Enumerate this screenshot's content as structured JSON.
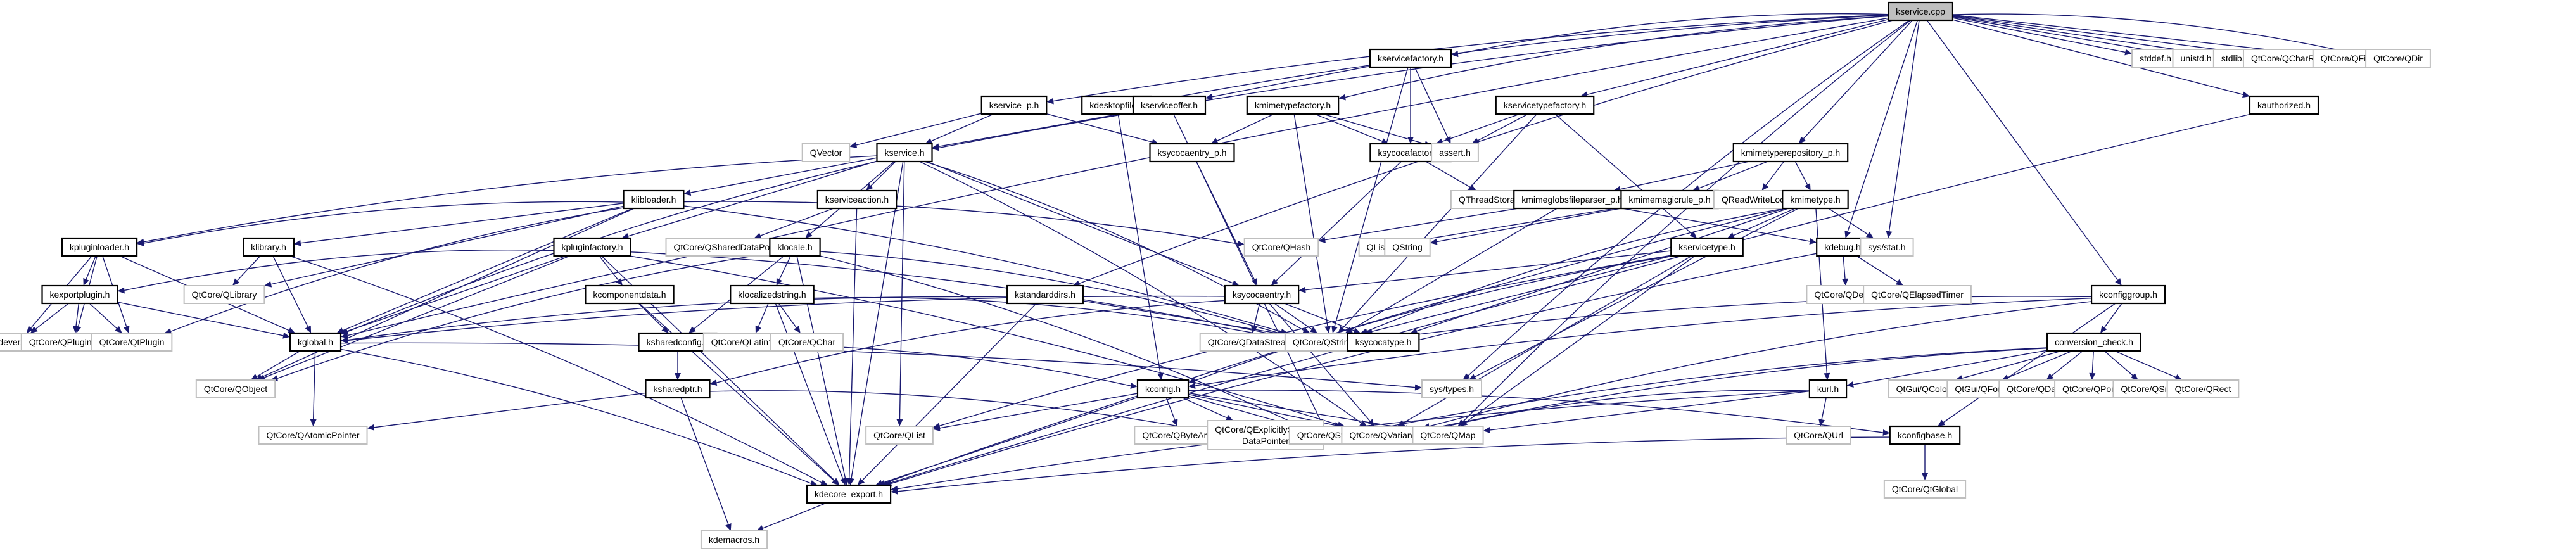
{
  "title": "kservice.cpp",
  "colors": {
    "edge": "#191970",
    "root_fill": "#bfbfbf",
    "internal_border": "#000000",
    "external_border": "#bfbfbf"
  },
  "nodes": [
    {
      "id": "kservice_cpp",
      "label": "kservice.cpp",
      "kind": "root"
    },
    {
      "id": "kservicefactory_h",
      "label": "kservicefactory.h",
      "kind": "internal"
    },
    {
      "id": "kservice_p_h",
      "label": "kservice_p.h",
      "kind": "internal"
    },
    {
      "id": "kdesktopfile_h",
      "label": "kdesktopfile.h",
      "kind": "internal"
    },
    {
      "id": "kserviceoffer_h",
      "label": "kserviceoffer.h",
      "kind": "internal"
    },
    {
      "id": "kmimetypefactory_h",
      "label": "kmimetypefactory.h",
      "kind": "internal"
    },
    {
      "id": "kservicetypefactory_h",
      "label": "kservicetypefactory.h",
      "kind": "internal"
    },
    {
      "id": "kauthorized_h",
      "label": "kauthorized.h",
      "kind": "internal"
    },
    {
      "id": "stddef_h",
      "label": "stddef.h",
      "kind": "external"
    },
    {
      "id": "unistd_h",
      "label": "unistd.h",
      "kind": "external"
    },
    {
      "id": "stdlib_h",
      "label": "stdlib.h",
      "kind": "external"
    },
    {
      "id": "qcharref",
      "label": "QtCore/QCharRef",
      "kind": "external"
    },
    {
      "id": "qfile",
      "label": "QtCore/QFile",
      "kind": "external"
    },
    {
      "id": "qdir",
      "label": "QtCore/QDir",
      "kind": "external"
    },
    {
      "id": "qvector",
      "label": "QVector",
      "kind": "external"
    },
    {
      "id": "kservice_h",
      "label": "kservice.h",
      "kind": "internal"
    },
    {
      "id": "ksycocaentry_p_h",
      "label": "ksycocaentry_p.h",
      "kind": "internal"
    },
    {
      "id": "ksycocafactory_h",
      "label": "ksycocafactory.h",
      "kind": "internal"
    },
    {
      "id": "assert_h",
      "label": "assert.h",
      "kind": "external"
    },
    {
      "id": "kmimetyperepository_p_h",
      "label": "kmimetyperepository_p.h",
      "kind": "internal"
    },
    {
      "id": "klibloader_h",
      "label": "klibloader.h",
      "kind": "internal"
    },
    {
      "id": "kserviceaction_h",
      "label": "kserviceaction.h",
      "kind": "internal"
    },
    {
      "id": "qthreadstorage",
      "label": "QThreadStorage",
      "kind": "external"
    },
    {
      "id": "kmimeglobsfileparser_p_h",
      "label": "kmimeglobsfileparser_p.h",
      "kind": "internal"
    },
    {
      "id": "kmimemagicrule_p_h",
      "label": "kmimemagicrule_p.h",
      "kind": "internal"
    },
    {
      "id": "qreadwritelock",
      "label": "QReadWriteLock",
      "kind": "external"
    },
    {
      "id": "kmimetype_h",
      "label": "kmimetype.h",
      "kind": "internal"
    },
    {
      "id": "kpluginloader_h",
      "label": "kpluginloader.h",
      "kind": "internal"
    },
    {
      "id": "klibrary_h",
      "label": "klibrary.h",
      "kind": "internal"
    },
    {
      "id": "kpluginfactory_h",
      "label": "kpluginfactory.h",
      "kind": "internal"
    },
    {
      "id": "qshareddatapointer",
      "label": "QtCore/QSharedDataPointer",
      "kind": "external"
    },
    {
      "id": "klocale_h",
      "label": "klocale.h",
      "kind": "internal"
    },
    {
      "id": "qhash",
      "label": "QtCore/QHash",
      "kind": "external"
    },
    {
      "id": "qlist",
      "label": "QList",
      "kind": "external"
    },
    {
      "id": "qstring_plain",
      "label": "QString",
      "kind": "external"
    },
    {
      "id": "kservicetype_h",
      "label": "kservicetype.h",
      "kind": "internal"
    },
    {
      "id": "kdebug_h",
      "label": "kdebug.h",
      "kind": "internal"
    },
    {
      "id": "sys_stat_h",
      "label": "sys/stat.h",
      "kind": "external"
    },
    {
      "id": "kexportplugin_h",
      "label": "kexportplugin.h",
      "kind": "internal"
    },
    {
      "id": "qlibrary",
      "label": "QtCore/QLibrary",
      "kind": "external"
    },
    {
      "id": "kcomponentdata_h",
      "label": "kcomponentdata.h",
      "kind": "internal"
    },
    {
      "id": "klocalizedstring_h",
      "label": "klocalizedstring.h",
      "kind": "internal"
    },
    {
      "id": "kstandarddirs_h",
      "label": "kstandarddirs.h",
      "kind": "internal"
    },
    {
      "id": "ksycocaentry_h",
      "label": "ksycocaentry.h",
      "kind": "internal"
    },
    {
      "id": "qdebug",
      "label": "QtCore/QDebug",
      "kind": "external"
    },
    {
      "id": "qelapsedtimer",
      "label": "QtCore/QElapsedTimer",
      "kind": "external"
    },
    {
      "id": "kconfiggroup_h",
      "label": "kconfiggroup.h",
      "kind": "internal"
    },
    {
      "id": "kdeversion_h",
      "label": "kdeversion.h",
      "kind": "external"
    },
    {
      "id": "qpluginloader",
      "label": "QtCore/QPluginLoader",
      "kind": "external"
    },
    {
      "id": "qtplugin",
      "label": "QtCore/QtPlugin",
      "kind": "external"
    },
    {
      "id": "kglobal_h",
      "label": "kglobal.h",
      "kind": "internal"
    },
    {
      "id": "ksharedconfig_h",
      "label": "ksharedconfig.h",
      "kind": "internal"
    },
    {
      "id": "qlatin1char",
      "label": "QtCore/QLatin1Char",
      "kind": "external"
    },
    {
      "id": "qchar",
      "label": "QtCore/QChar",
      "kind": "external"
    },
    {
      "id": "qdatastream",
      "label": "QtCore/QDataStream",
      "kind": "external"
    },
    {
      "id": "qstringlist",
      "label": "QtCore/QStringList",
      "kind": "external"
    },
    {
      "id": "ksycocatype_h",
      "label": "ksycocatype.h",
      "kind": "internal"
    },
    {
      "id": "conversion_check_h",
      "label": "conversion_check.h",
      "kind": "internal"
    },
    {
      "id": "qobject",
      "label": "QtCore/QObject",
      "kind": "external"
    },
    {
      "id": "ksharedptr_h",
      "label": "ksharedptr.h",
      "kind": "internal"
    },
    {
      "id": "kconfig_h",
      "label": "kconfig.h",
      "kind": "internal"
    },
    {
      "id": "sys_types_h",
      "label": "sys/types.h",
      "kind": "external"
    },
    {
      "id": "kurl_h",
      "label": "kurl.h",
      "kind": "internal"
    },
    {
      "id": "qcolor",
      "label": "QtGui/QColor",
      "kind": "external"
    },
    {
      "id": "qfont",
      "label": "QtGui/QFont",
      "kind": "external"
    },
    {
      "id": "qdate",
      "label": "QtCore/QDate",
      "kind": "external"
    },
    {
      "id": "qpoint",
      "label": "QtCore/QPoint",
      "kind": "external"
    },
    {
      "id": "qsize",
      "label": "QtCore/QSize",
      "kind": "external"
    },
    {
      "id": "qrect",
      "label": "QtCore/QRect",
      "kind": "external"
    },
    {
      "id": "qatomicpointer",
      "label": "QtCore/QAtomicPointer",
      "kind": "external"
    },
    {
      "id": "qcore_qlist",
      "label": "QtCore/QList",
      "kind": "external"
    },
    {
      "id": "qbytearray",
      "label": "QtCore/QByteArray",
      "kind": "external"
    },
    {
      "id": "qexplicitlyshareddatapointer",
      "label": "QtCore/QExplicitlyShared\nDataPointer",
      "kind": "external"
    },
    {
      "id": "qcore_qstring",
      "label": "QtCore/QString",
      "kind": "external"
    },
    {
      "id": "qvariant",
      "label": "QtCore/QVariant",
      "kind": "external"
    },
    {
      "id": "qmap",
      "label": "QtCore/QMap",
      "kind": "external"
    },
    {
      "id": "qurl",
      "label": "QtCore/QUrl",
      "kind": "external"
    },
    {
      "id": "kconfigbase_h",
      "label": "kconfigbase.h",
      "kind": "internal"
    },
    {
      "id": "kdecore_export_h",
      "label": "kdecore_export.h",
      "kind": "internal"
    },
    {
      "id": "qtglobal",
      "label": "QtCore/QtGlobal",
      "kind": "external"
    },
    {
      "id": "kdemacros_h",
      "label": "kdemacros.h",
      "kind": "external"
    }
  ],
  "edges": [
    [
      "kservice_cpp",
      "kservice_h"
    ],
    [
      "kservice_cpp",
      "kservice_p_h"
    ],
    [
      "kservice_cpp",
      "kservicefactory_h"
    ],
    [
      "kservice_cpp",
      "kservicetypefactory_h"
    ],
    [
      "kservice_cpp",
      "kdesktopfile_h"
    ],
    [
      "kservice_cpp",
      "kmimetypefactory_h"
    ],
    [
      "kservice_cpp",
      "kmimetyperepository_p_h"
    ],
    [
      "kservice_cpp",
      "kauthorized_h"
    ],
    [
      "kservice_cpp",
      "stddef_h"
    ],
    [
      "kservice_cpp",
      "unistd_h"
    ],
    [
      "kservice_cpp",
      "stdlib_h"
    ],
    [
      "kservice_cpp",
      "qcharref"
    ],
    [
      "kservice_cpp",
      "qfile"
    ],
    [
      "kservice_cpp",
      "qdir"
    ],
    [
      "kservice_cpp",
      "kdebug_h"
    ],
    [
      "kservice_cpp",
      "sys_stat_h"
    ],
    [
      "kservice_cpp",
      "kconfiggroup_h"
    ],
    [
      "kservice_cpp",
      "kstandarddirs_h"
    ],
    [
      "kservice_cpp",
      "kglobal_h"
    ],
    [
      "kservice_cpp",
      "qmap"
    ],
    [
      "kservice_cpp",
      "sys_types_h"
    ],
    [
      "kservice_p_h",
      "qvector"
    ],
    [
      "kservice_p_h",
      "kservice_h"
    ],
    [
      "kservice_p_h",
      "ksycocaentry_p_h"
    ],
    [
      "kdesktopfile_h",
      "kconfig_h"
    ],
    [
      "kservicefactory_h",
      "kserviceoffer_h"
    ],
    [
      "kservicefactory_h",
      "ksycocafactory_h"
    ],
    [
      "kservicefactory_h",
      "assert_h"
    ],
    [
      "kservicefactory_h",
      "qstringlist"
    ],
    [
      "kserviceoffer_h",
      "kservice_h"
    ],
    [
      "kserviceoffer_h",
      "qcore_qstring"
    ],
    [
      "kmimetypefactory_h",
      "ksycocaentry_p_h"
    ],
    [
      "kmimetypefactory_h",
      "ksycocafactory_h"
    ],
    [
      "kmimetypefactory_h",
      "assert_h"
    ],
    [
      "kmimetypefactory_h",
      "qstringlist"
    ],
    [
      "kservicetypefactory_h",
      "ksycocafactory_h"
    ],
    [
      "kservicetypefactory_h",
      "assert_h"
    ],
    [
      "kservicetypefactory_h",
      "qstringlist"
    ],
    [
      "kservicetypefactory_h",
      "kservicetype_h"
    ],
    [
      "ksycocaentry_p_h",
      "ksycocaentry_h"
    ],
    [
      "ksycocafactory_h",
      "qthreadstorage"
    ],
    [
      "ksycocafactory_h",
      "ksycocaentry_h"
    ],
    [
      "kmimetyperepository_p_h",
      "kmimeglobsfileparser_p_h"
    ],
    [
      "kmimetyperepository_p_h",
      "kmimemagicrule_p_h"
    ],
    [
      "kmimetyperepository_p_h",
      "qreadwritelock"
    ],
    [
      "kmimetyperepository_p_h",
      "kmimetype_h"
    ],
    [
      "kmimeglobsfileparser_p_h",
      "qhash"
    ],
    [
      "kmimeglobsfileparser_p_h",
      "qstringlist"
    ],
    [
      "kmimeglobsfileparser_p_h",
      "kdebug_h"
    ],
    [
      "kmimemagicrule_p_h",
      "qlist"
    ],
    [
      "kmimemagicrule_p_h",
      "qstring_plain"
    ],
    [
      "kmimetype_h",
      "kservicetype_h"
    ],
    [
      "kmimetype_h",
      "sys_stat_h"
    ],
    [
      "kmimetype_h",
      "kurl_h"
    ],
    [
      "kmimetype_h",
      "qstringlist"
    ],
    [
      "kmimetype_h",
      "ksycocatype_h"
    ],
    [
      "kmimetype_h",
      "sys_types_h"
    ],
    [
      "kmimetype_h",
      "kdecore_export_h"
    ],
    [
      "kservice_h",
      "klibloader_h"
    ],
    [
      "kservice_h",
      "kserviceaction_h"
    ],
    [
      "kservice_h",
      "kpluginfactory_h"
    ],
    [
      "kservice_h",
      "klocale_h"
    ],
    [
      "kservice_h",
      "ksycocaentry_h"
    ],
    [
      "kservice_h",
      "qstringlist"
    ],
    [
      "kservice_h",
      "qvariant"
    ],
    [
      "kservice_h",
      "kpluginloader_h"
    ],
    [
      "kservice_h",
      "kdecore_export_h"
    ],
    [
      "kservice_h",
      "qcore_qlist"
    ],
    [
      "kservice_h",
      "kglobal_h"
    ],
    [
      "kserviceaction_h",
      "qshareddatapointer"
    ],
    [
      "kserviceaction_h",
      "kdecore_export_h"
    ],
    [
      "klibloader_h",
      "kpluginloader_h"
    ],
    [
      "klibloader_h",
      "klibrary_h"
    ],
    [
      "klibloader_h",
      "kglobal_h"
    ],
    [
      "klibloader_h",
      "qhash"
    ],
    [
      "klibloader_h",
      "qobject"
    ],
    [
      "klibloader_h",
      "qtplugin"
    ],
    [
      "klibloader_h",
      "qlibrary"
    ],
    [
      "klibloader_h",
      "qstringlist"
    ],
    [
      "kpluginloader_h",
      "kexportplugin_h"
    ],
    [
      "kpluginloader_h",
      "kdeversion_h"
    ],
    [
      "kpluginloader_h",
      "qpluginloader"
    ],
    [
      "kpluginloader_h",
      "qtplugin"
    ],
    [
      "kpluginloader_h",
      "kglobal_h"
    ],
    [
      "kexportplugin_h",
      "kdeversion_h"
    ],
    [
      "kexportplugin_h",
      "qpluginloader"
    ],
    [
      "kexportplugin_h",
      "qtplugin"
    ],
    [
      "kexportplugin_h",
      "kglobal_h"
    ],
    [
      "klibrary_h",
      "qlibrary"
    ],
    [
      "klibrary_h",
      "kglobal_h"
    ],
    [
      "klibrary_h",
      "kdecore_export_h"
    ],
    [
      "kpluginfactory_h",
      "kcomponentdata_h"
    ],
    [
      "kpluginfactory_h",
      "kexportplugin_h"
    ],
    [
      "kpluginfactory_h",
      "kglobal_h"
    ],
    [
      "kpluginfactory_h",
      "qobject"
    ],
    [
      "kpluginfactory_h",
      "qstringlist"
    ],
    [
      "kpluginfactory_h",
      "qvariant"
    ],
    [
      "kpluginfactory_h",
      "kdecore_export_h"
    ],
    [
      "kcomponentdata_h",
      "ksharedconfig_h"
    ],
    [
      "kcomponentdata_h",
      "kdecore_export_h"
    ],
    [
      "klocale_h",
      "klocalizedstring_h"
    ],
    [
      "klocale_h",
      "ksharedconfig_h"
    ],
    [
      "klocale_h",
      "qobject"
    ],
    [
      "klocale_h",
      "kdecore_export_h"
    ],
    [
      "klocale_h",
      "qcore_qstring"
    ],
    [
      "klocale_h",
      "qstringlist"
    ],
    [
      "klocalizedstring_h",
      "qlatin1char"
    ],
    [
      "klocalizedstring_h",
      "qchar"
    ],
    [
      "klocalizedstring_h",
      "kdecore_export_h"
    ],
    [
      "klocalizedstring_h",
      "qstringlist"
    ],
    [
      "kstandarddirs_h",
      "kglobal_h"
    ],
    [
      "kstandarddirs_h",
      "qstringlist"
    ],
    [
      "kstandarddirs_h",
      "kdecore_export_h"
    ],
    [
      "ksycocaentry_h",
      "qdatastream"
    ],
    [
      "ksycocaentry_h",
      "qstringlist"
    ],
    [
      "ksycocaentry_h",
      "ksycocatype_h"
    ],
    [
      "ksycocaentry_h",
      "ksharedptr_h"
    ],
    [
      "ksycocaentry_h",
      "qvariant"
    ],
    [
      "ksycocaentry_h",
      "kglobal_h"
    ],
    [
      "kservicetype_h",
      "ksycocaentry_h"
    ],
    [
      "kservicetype_h",
      "qstringlist"
    ],
    [
      "kservicetype_h",
      "qvariant"
    ],
    [
      "kservicetype_h",
      "qmap"
    ],
    [
      "kservicetype_h",
      "kconfig_h"
    ],
    [
      "kservicetype_h",
      "qcore_qlist"
    ],
    [
      "kdebug_h",
      "qdebug"
    ],
    [
      "kdebug_h",
      "qelapsedtimer"
    ],
    [
      "kdebug_h",
      "kdecore_export_h"
    ],
    [
      "kconfiggroup_h",
      "conversion_check_h"
    ],
    [
      "kconfiggroup_h",
      "kconfigbase_h"
    ],
    [
      "kconfiggroup_h",
      "qstringlist"
    ],
    [
      "kconfiggroup_h",
      "qvariant"
    ],
    [
      "kconfiggroup_h",
      "kconfig_h"
    ],
    [
      "conversion_check_h",
      "qcolor"
    ],
    [
      "conversion_check_h",
      "qfont"
    ],
    [
      "conversion_check_h",
      "qdate"
    ],
    [
      "conversion_check_h",
      "qpoint"
    ],
    [
      "conversion_check_h",
      "qsize"
    ],
    [
      "conversion_check_h",
      "qrect"
    ],
    [
      "conversion_check_h",
      "kurl_h"
    ],
    [
      "conversion_check_h",
      "qvariant"
    ],
    [
      "conversion_check_h",
      "qcore_qstring"
    ],
    [
      "kglobal_h",
      "qobject"
    ],
    [
      "kglobal_h",
      "qatomicpointer"
    ],
    [
      "kglobal_h",
      "kdecore_export_h"
    ],
    [
      "kglobal_h",
      "sys_types_h"
    ],
    [
      "ksharedconfig_h",
      "ksharedptr_h"
    ],
    [
      "ksharedconfig_h",
      "kconfig_h"
    ],
    [
      "ksharedptr_h",
      "qatomicpointer"
    ],
    [
      "ksharedptr_h",
      "kdemacros_h"
    ],
    [
      "ksharedptr_h",
      "qexplicitlyshareddatapointer"
    ],
    [
      "kconfig_h",
      "qcore_qlist"
    ],
    [
      "kconfig_h",
      "qbytearray"
    ],
    [
      "kconfig_h",
      "qexplicitlyshareddatapointer"
    ],
    [
      "kconfig_h",
      "qcore_qstring"
    ],
    [
      "kconfig_h",
      "qvariant"
    ],
    [
      "kconfig_h",
      "qmap"
    ],
    [
      "kconfig_h",
      "kconfigbase_h"
    ],
    [
      "kconfig_h",
      "kdecore_export_h"
    ],
    [
      "kurl_h",
      "qurl"
    ],
    [
      "kurl_h",
      "qmap"
    ],
    [
      "kurl_h",
      "qvariant"
    ],
    [
      "kurl_h",
      "kdecore_export_h"
    ],
    [
      "kconfigbase_h",
      "qtglobal"
    ],
    [
      "kconfigbase_h",
      "kdecore_export_h"
    ],
    [
      "kauthorized_h",
      "kdecore_export_h"
    ],
    [
      "kdecore_export_h",
      "kdemacros_h"
    ]
  ]
}
